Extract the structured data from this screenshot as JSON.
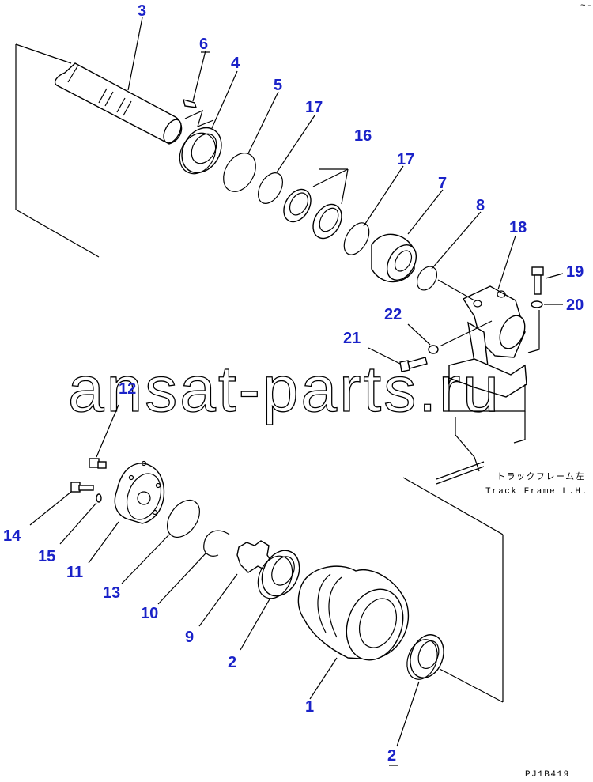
{
  "callouts": {
    "c3": "3",
    "c6": "6",
    "c4": "4",
    "c5": "5",
    "c17a": "17",
    "c16": "16",
    "c17b": "17",
    "c7": "7",
    "c8": "8",
    "c18": "18",
    "c19": "19",
    "c20": "20",
    "c22": "22",
    "c21": "21",
    "c12": "12",
    "c14": "14",
    "c15": "15",
    "c11": "11",
    "c13": "13",
    "c10": "10",
    "c9": "9",
    "c2a": "2",
    "c1": "1",
    "c2b": "2"
  },
  "watermark": "ansat-parts.ru",
  "frame_label": {
    "jp": "トラックフレーム左",
    "en": "Track Frame L.H."
  },
  "drawing_code": "PJ1B419",
  "corner_mark": "~-",
  "colors": {
    "callout": "#1a22c8",
    "line": "#000000",
    "background": "#ffffff"
  }
}
